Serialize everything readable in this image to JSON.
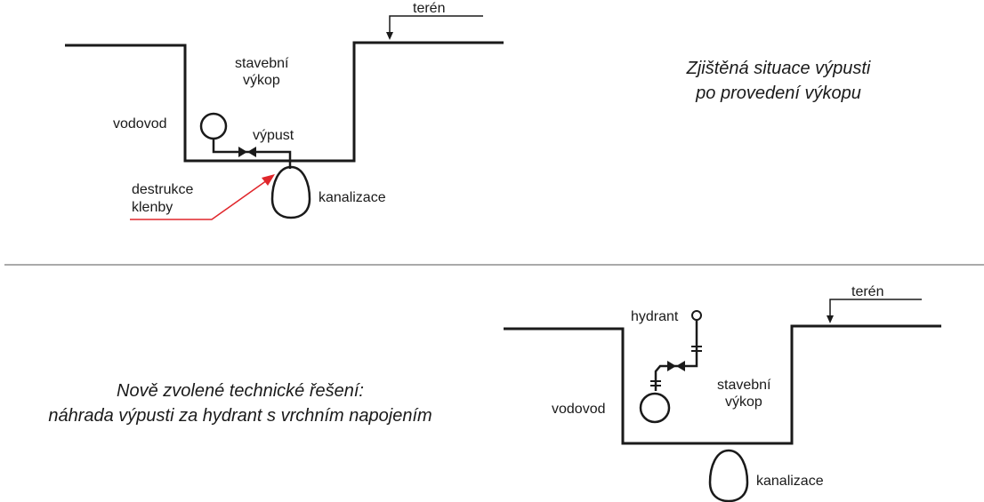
{
  "colors": {
    "line": "#1a1a1a",
    "accent": "#e0262b",
    "divider": "#555555"
  },
  "top": {
    "caption_line1": "Zjištěná situace výpusti",
    "caption_line2": "po provedení výkopu",
    "teren": "terén",
    "stavebni": "stavební",
    "vykop": "výkop",
    "vodovod": "vodovod",
    "vypust": "výpust",
    "destrukce": "destrukce",
    "klenby": "klenby",
    "kanalizace": "kanalizace"
  },
  "bottom": {
    "caption_line1": "Nově zvolené technické řešení:",
    "caption_line2": "náhrada výpusti za hydrant s vrchním napojením",
    "teren": "terén",
    "hydrant": "hydrant",
    "stavebni": "stavební",
    "vykop": "výkop",
    "vodovod": "vodovod",
    "kanalizace": "kanalizace"
  }
}
